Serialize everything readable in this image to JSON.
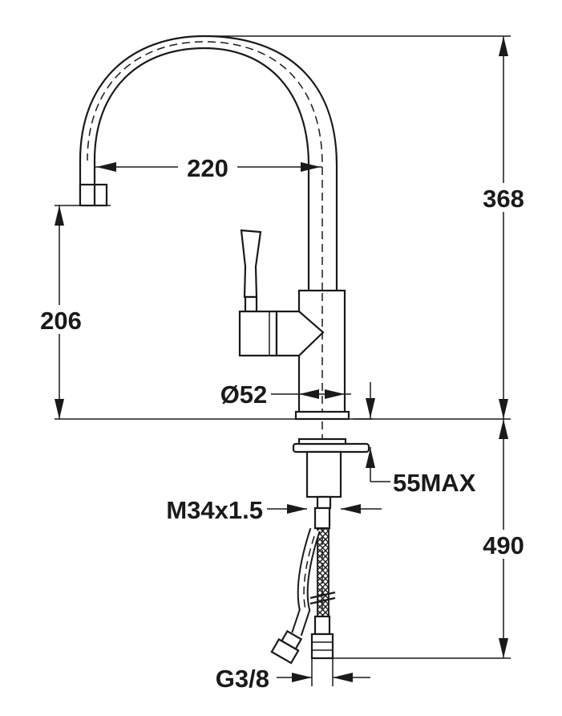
{
  "dimensions": {
    "reach": "220",
    "total_height": "368",
    "spout_height": "206",
    "body_diameter": "Ø52",
    "max_thickness": "55MAX",
    "thread": "M34x1.5",
    "below_counter": "490",
    "hose_connection": "G3/8"
  },
  "colors": {
    "ink": "#1a1a1a",
    "background": "#ffffff"
  }
}
